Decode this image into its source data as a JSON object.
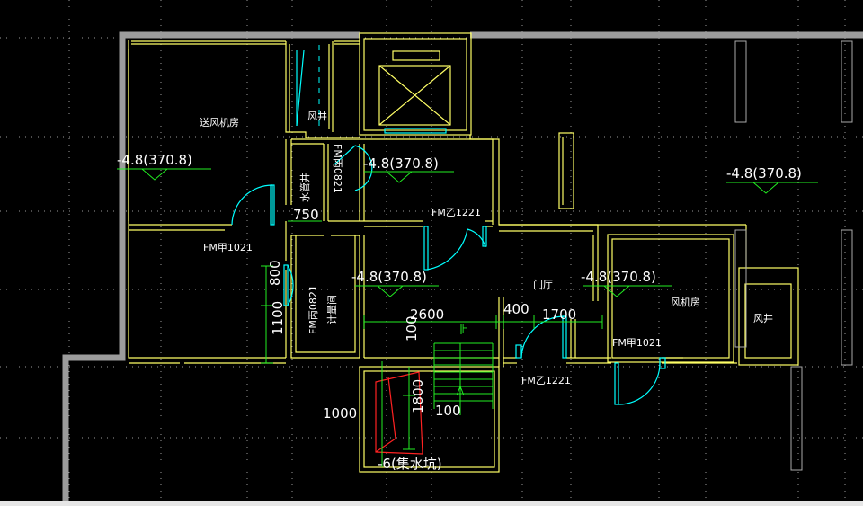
{
  "colors": {
    "background": "#000000",
    "grid": "#9a9a9a",
    "wall": "#ffff66",
    "outer_wall": "#9c9c9c",
    "door": "#00ffff",
    "dimension": "#22ee22",
    "pit": "#ff2222",
    "text": "#ffffff"
  },
  "rooms": {
    "supply_fan_room": "送风机房",
    "air_shaft_left": "风井",
    "water_well": "水管井",
    "metering_room": "计量间",
    "vestibule": "门厅",
    "fan_room": "风机房",
    "air_shaft_right": "风井"
  },
  "elevations": {
    "left": "-4.8(370.8)",
    "top": "-4.8(370.8)",
    "right": "-4.8(370.8)",
    "mid_left": "-4.8(370.8)",
    "mid_right": "-4.8(370.8)",
    "pit": "-6(集水坑)"
  },
  "doors": {
    "fm_jia_left": "FM甲1021",
    "fm_bing_top": "FM丙0821",
    "fm_yi_top": "FM乙1221",
    "fm_bing_mid": "FM丙0821",
    "fm_yi_bottom": "FM乙1221",
    "fm_jia_right": "FM甲1021"
  },
  "dimensions": {
    "d750": "750",
    "d800": "800",
    "d1100": "1100",
    "d2600": "2600",
    "d400": "400",
    "d1700": "1700",
    "d100a": "100",
    "d1000": "1000",
    "d1800": "1800",
    "d100b": "100"
  },
  "stair_mark": "上"
}
